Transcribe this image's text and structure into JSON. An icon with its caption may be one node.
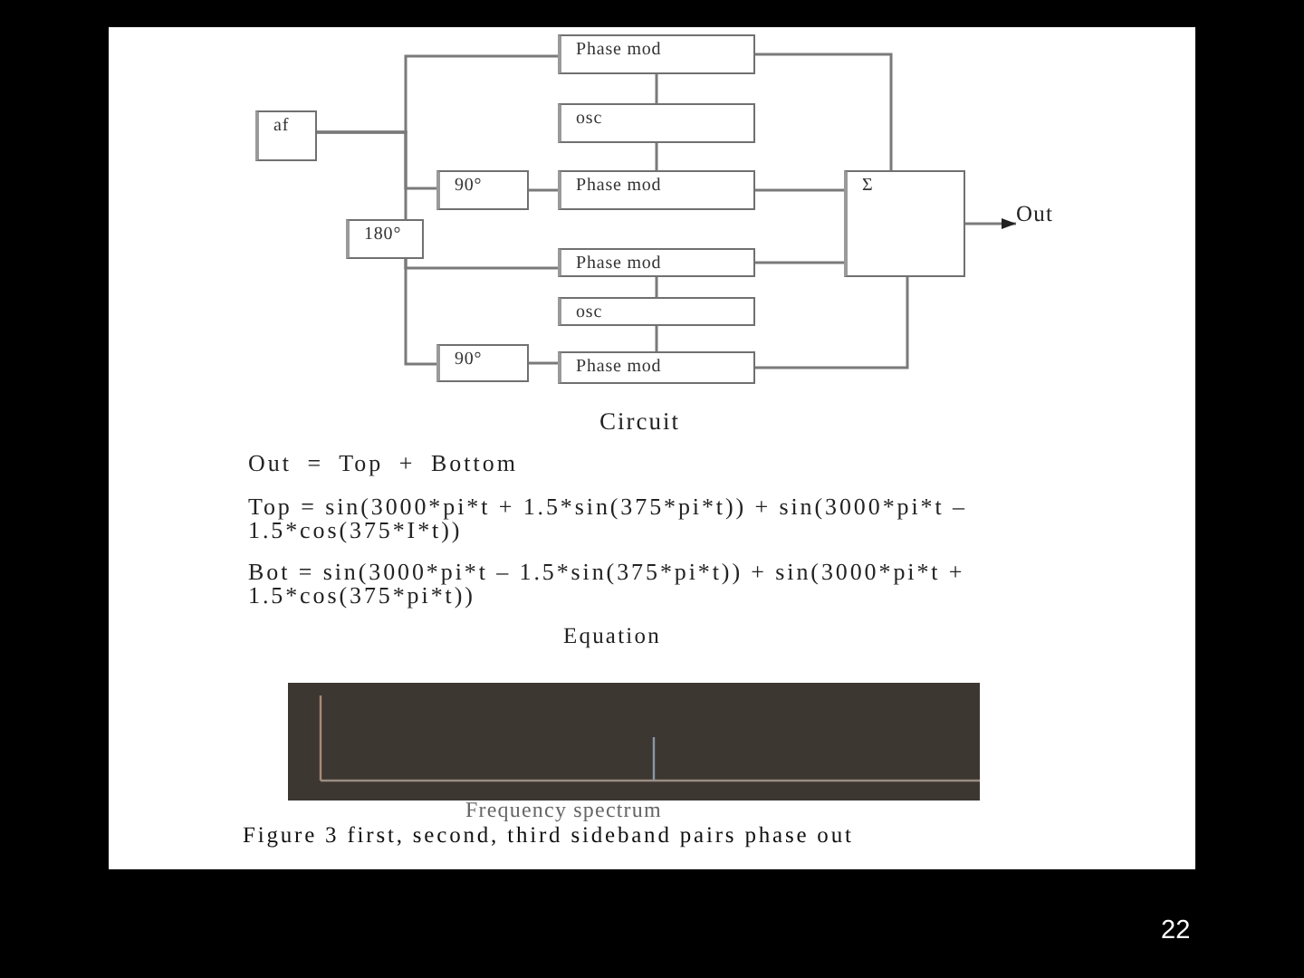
{
  "diagram": {
    "caption": "Figure 3 first, second, third sideband pairs phase out",
    "nodes": [
      {
        "text": [
          "af"
        ]
      },
      {
        "text": [
          "180°"
        ]
      },
      {
        "text": [
          "90°"
        ]
      },
      {
        "text": [
          "90°"
        ]
      },
      {
        "text": [
          "Phase mod"
        ]
      },
      {
        "text": [
          "osc"
        ]
      },
      {
        "text": [
          "Phase mod"
        ]
      },
      {
        "text": [
          "Phase mod"
        ]
      },
      {
        "text": [
          "osc"
        ]
      },
      {
        "text": [
          "Phase mod"
        ]
      },
      {
        "text": [
          "Σ"
        ]
      },
      {
        "text": [
          "Out"
        ]
      }
    ],
    "edges": [
      {
        "from": 0,
        "to": 4,
        "arrow": "none"
      },
      {
        "from": 0,
        "to": 2,
        "arrow": "none"
      },
      {
        "from": 0,
        "to": 1,
        "arrow": "none"
      },
      {
        "from": 2,
        "to": 6,
        "arrow": "none"
      },
      {
        "from": 1,
        "to": 7,
        "arrow": "none"
      },
      {
        "from": 1,
        "to": 3,
        "arrow": "none"
      },
      {
        "from": 3,
        "to": 9,
        "arrow": "none"
      },
      {
        "from": 5,
        "to": 4,
        "arrow": "none"
      },
      {
        "from": 5,
        "to": 6,
        "arrow": "none"
      },
      {
        "from": 8,
        "to": 7,
        "arrow": "none"
      },
      {
        "from": 8,
        "to": 9,
        "arrow": "none"
      },
      {
        "from": 4,
        "to": 10,
        "arrow": "none"
      },
      {
        "from": 6,
        "to": 10,
        "arrow": "none"
      },
      {
        "from": 7,
        "to": 10,
        "arrow": "none"
      },
      {
        "from": 9,
        "to": 10,
        "arrow": "none"
      },
      {
        "from": 10,
        "to": 11,
        "arrow": "to"
      }
    ],
    "labels": [
      "Circuit",
      "Out = Top + Bottom",
      "Top = sin(3000*pi*t + 1.5*sin(375*pi*t)) + sin(3000*pi*t – 1.5*cos(375*I*t))",
      "Bot = sin(3000*pi*t – 1.5*sin(375*pi*t)) + sin(3000*pi*t + 1.5*cos(375*pi*t))",
      "Equation",
      "Frequency spectrum",
      "22"
    ]
  }
}
